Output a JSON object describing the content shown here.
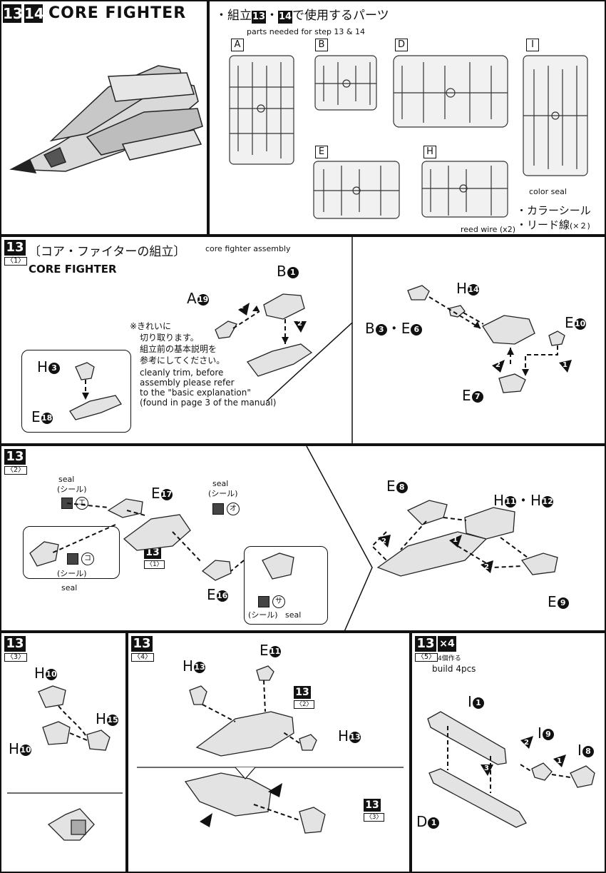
{
  "header": {
    "step_a": "13",
    "step_b": "14",
    "title": "CORE FIGHTER",
    "parts_heading_jp": "・組立",
    "parts_heading_jp_step1": "13",
    "parts_heading_dot": "・",
    "parts_heading_jp_step2": "14",
    "parts_heading_jp_tail": "で使用するパーツ",
    "parts_heading_en": "parts needed for step 13 & 14",
    "sprues": [
      "A",
      "B",
      "D",
      "I",
      "E",
      "H"
    ],
    "color_seal_en": "color seal",
    "color_seal_jp": "・カラーシール",
    "lead_wire_jp": "・リード線",
    "lead_wire_qty": "(×２)",
    "reed_wire_en": "reed wire (x2)"
  },
  "step1": {
    "step": "13",
    "sub": "〈1〉",
    "title_jp": "〔コア・ファイターの組立〕",
    "title_en_small": "core fighter assembly",
    "title_en": "CORE FIGHTER",
    "note_jp_1": "※きれいに",
    "note_jp_2": "切り取ります。",
    "note_jp_3": "組立前の基本説明を",
    "note_jp_4": "参考にしてください。",
    "note_en_1": "cleanly trim, before",
    "note_en_2": "assembly please refer",
    "note_en_3": "to the \"basic explanation\"",
    "note_en_4": "(found in page 3 of the manual)",
    "labels": {
      "a19": "A",
      "a19n": "19",
      "b1": "B",
      "b1n": "1",
      "h3": "H",
      "h3n": "3",
      "e18": "E",
      "e18n": "18",
      "b3": "B",
      "b3n": "3",
      "dot": "・",
      "e6": "E",
      "e6n": "6",
      "h14": "H",
      "h14n": "14",
      "e10": "E",
      "e10n": "10",
      "e7": "E",
      "e7n": "7"
    },
    "arrows": [
      "1",
      "2",
      "2",
      "1"
    ]
  },
  "step2": {
    "step": "13",
    "sub": "〈2〉",
    "seal_en": "seal",
    "seal_jp": "(シール)",
    "seal_syms": [
      "エ",
      "オ",
      "コ",
      "サ"
    ],
    "ref_step": "13",
    "ref_sub": "〈1〉",
    "labels": {
      "e17": "E",
      "e17n": "17",
      "e16": "E",
      "e16n": "16",
      "e8": "E",
      "e8n": "8",
      "h11": "H",
      "h11n": "11",
      "dot": "・",
      "h12": "H",
      "h12n": "12",
      "e9": "E",
      "e9n": "9"
    },
    "arrows": [
      "1",
      "2",
      "2"
    ]
  },
  "step3": {
    "step": "13",
    "sub": "〈3〉",
    "labels": {
      "h10a": "H",
      "h10an": "10",
      "h15": "H",
      "h15n": "15",
      "h10b": "H",
      "h10bn": "10"
    }
  },
  "step4": {
    "step": "13",
    "sub": "〈4〉",
    "ref1": "13",
    "ref1_sub": "〈2〉",
    "ref2": "13",
    "ref2_sub": "〈3〉",
    "labels": {
      "h13a": "H",
      "h13an": "13",
      "e11": "E",
      "e11n": "11",
      "h13b": "H",
      "h13bn": "13"
    }
  },
  "step5": {
    "step": "13",
    "sub": "〈5〉",
    "mult": "×4",
    "mult_jp": "4個作る",
    "build_en": "build 4pcs",
    "labels": {
      "i1": "I",
      "i1n": "1",
      "i9": "I",
      "i9n": "9",
      "i8": "I",
      "i8n": "8",
      "d1": "D",
      "d1n": "1"
    },
    "arrows": [
      "2",
      "1",
      "3"
    ]
  }
}
